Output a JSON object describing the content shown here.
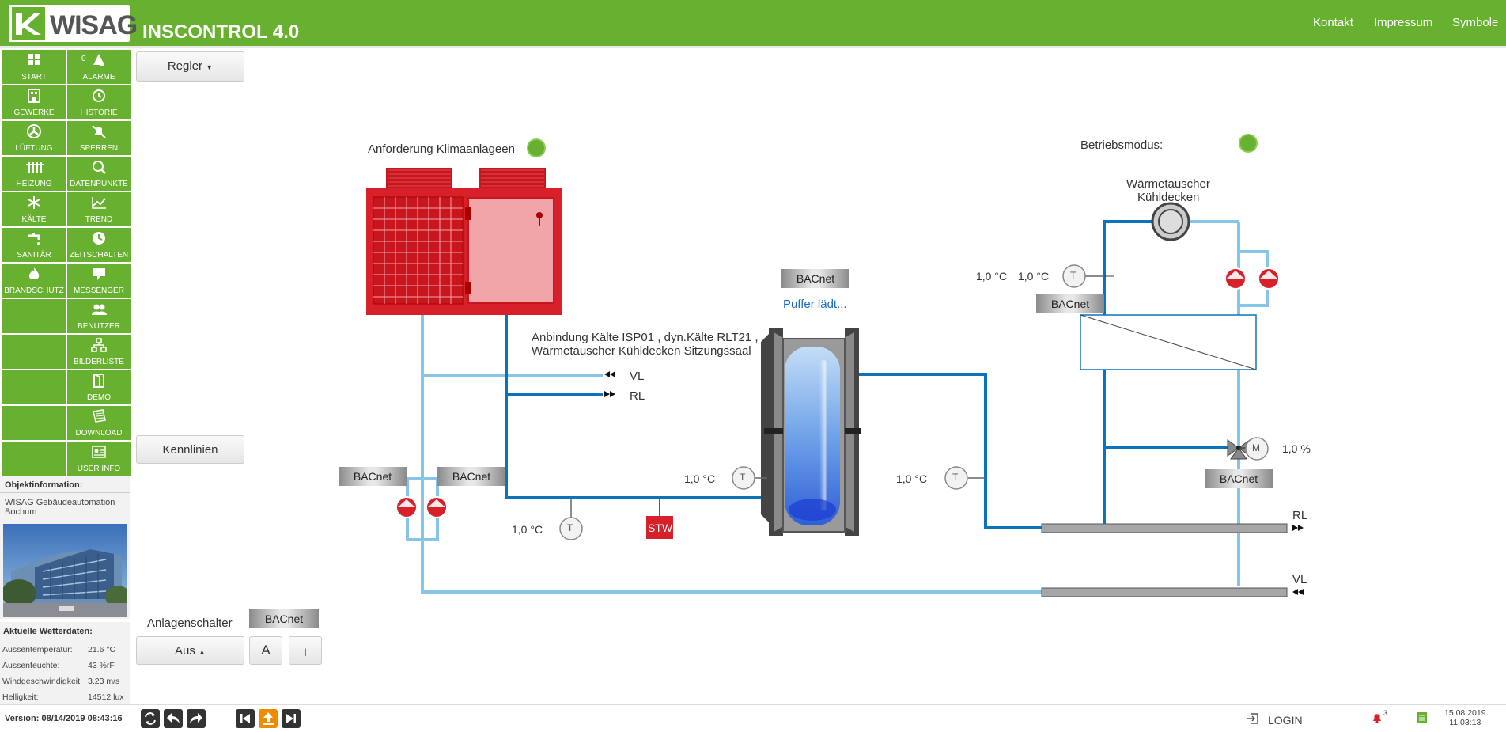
{
  "header": {
    "logo_text": "WISAG",
    "app_title": "INSCONTROL 4.0",
    "links": [
      "Kontakt",
      "Impressum",
      "Symbole"
    ],
    "colors": {
      "brand": "#68b030",
      "pipe_dark": "#0a73bb",
      "pipe_light": "#85c6e8",
      "alarm": "#d7202a"
    }
  },
  "sidebar": {
    "left": [
      {
        "label": "START",
        "icon": "grid-icon"
      },
      {
        "label": "GEWERKE",
        "icon": "building-icon"
      },
      {
        "label": "LÜFTUNG",
        "icon": "fan-icon"
      },
      {
        "label": "HEIZUNG",
        "icon": "radiator-icon"
      },
      {
        "label": "KÄLTE",
        "icon": "snowflake-icon"
      },
      {
        "label": "SANITÄR",
        "icon": "faucet-icon"
      },
      {
        "label": "BRANDSCHUTZ",
        "icon": "flame-icon"
      }
    ],
    "right": [
      {
        "label": "ALARME",
        "icon": "alarm-icon",
        "count": "0"
      },
      {
        "label": "HISTORIE",
        "icon": "history-icon"
      },
      {
        "label": "SPERREN",
        "icon": "bell-off-icon"
      },
      {
        "label": "DATENPUNKTE",
        "icon": "datapoint-search-icon"
      },
      {
        "label": "TREND",
        "icon": "trend-chart-icon"
      },
      {
        "label": "ZEITSCHALTEN",
        "icon": "clock-icon"
      },
      {
        "label": "MESSENGER",
        "icon": "speech-bubble-icon"
      },
      {
        "label": "BENUTZER",
        "icon": "users-icon"
      },
      {
        "label": "BILDERLISTE",
        "icon": "sitemap-icon"
      },
      {
        "label": "DEMO",
        "icon": "door-icon"
      },
      {
        "label": "DOWNLOAD",
        "icon": "download-doc-icon"
      },
      {
        "label": "USER INFO",
        "icon": "user-card-icon"
      }
    ]
  },
  "object_info": {
    "heading": "Objektinformation:",
    "text": "WISAG Gebäudeautomation Bochum"
  },
  "weather": {
    "heading": "Aktuelle Wetterdaten:",
    "rows": [
      {
        "label": "Aussentemperatur:",
        "value": "21.6 °C"
      },
      {
        "label": "Aussenfeuchte:",
        "value": "43 %rF"
      },
      {
        "label": "Windgeschwindigkeit:",
        "value": "3.23 m/s"
      },
      {
        "label": "Helligkeit:",
        "value": "14512 lux"
      }
    ]
  },
  "controls": {
    "regler": "Regler",
    "kennlinien": "Kennlinien",
    "anlagenschalter": "Anlagenschalter",
    "aus": "Aus",
    "a": "A",
    "i": "I",
    "bacnet": "BACnet"
  },
  "diagram": {
    "anforderung": "Anforderung Klimaanlageen",
    "betriebsmodus": "Betriebsmodus:",
    "waermetauscher_title_1": "Wärmetauscher",
    "waermetauscher_title_2": "Kühldecken",
    "puffer_status": "Puffer lädt...",
    "anbindung_1": "Anbindung Kälte ISP01 , dyn.Kälte RLT21 ,",
    "anbindung_2": "Wärmetauscher Kühldecken Sitzungssaal",
    "vl": "VL",
    "rl": "RL",
    "stw": "STW",
    "sensor_t": "T",
    "motor_m": "M",
    "temp_top_1": "1,0 °C",
    "temp_top_2": "1,0 °C",
    "temp_buffer_left": "1,0 °C",
    "temp_buffer_right": "1,0 °C",
    "temp_return_low": "1,0 °C",
    "valve_percent": "1,0 %",
    "indicator_anforderung": "on",
    "indicator_betriebsmodus": "on"
  },
  "footer": {
    "version": "Version: 08/14/2019 08:43:16",
    "login": "LOGIN",
    "alarm_count": "3",
    "date": "15.08.2019",
    "time": "11:03:13"
  }
}
